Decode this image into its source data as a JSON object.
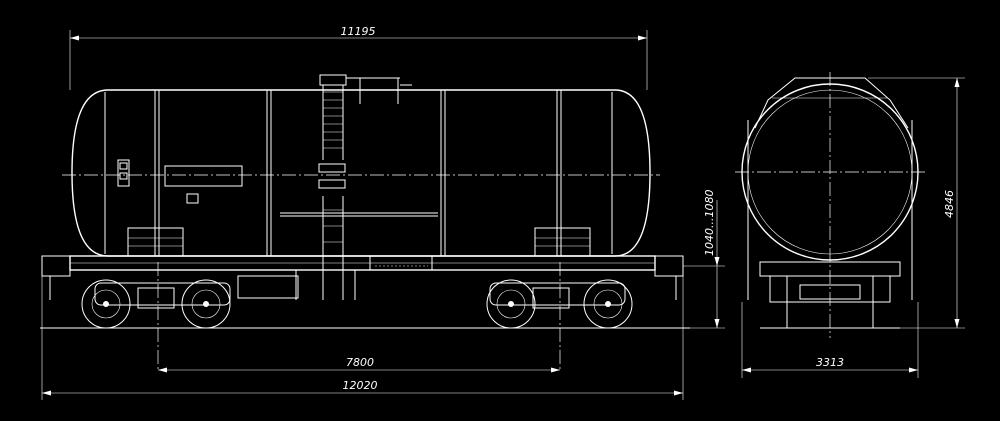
{
  "dimensions": {
    "tank_length": "11195",
    "bogie_centers": "7800",
    "overall_length": "12020",
    "coupler_height": "1040...1080",
    "overall_height": "4846",
    "overall_width": "3313"
  },
  "colors": {
    "background": "#000000",
    "lines": "#ffffff"
  }
}
